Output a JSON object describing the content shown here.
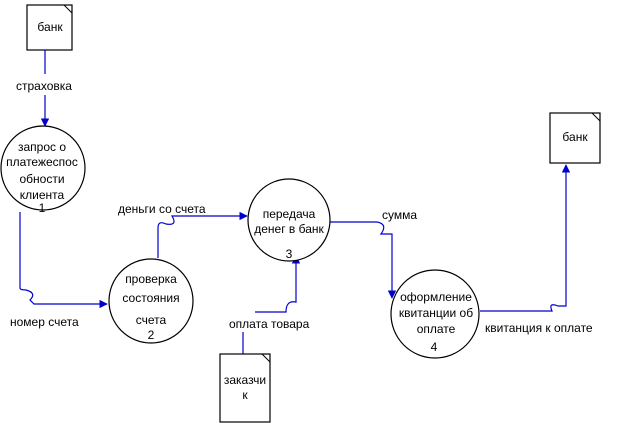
{
  "colors": {
    "line": "#0000cc",
    "shape": "#000000",
    "text": "#000000"
  },
  "externals": {
    "bank_top": "банк",
    "bank_right": "банк",
    "customer": [
      "заказчи",
      "к"
    ]
  },
  "processes": {
    "p1": {
      "lines": [
        "запрос о",
        "платежеспос",
        "обности",
        "клиента"
      ],
      "number": "1"
    },
    "p2": {
      "lines": [
        "проверка",
        "состояния",
        "счета"
      ],
      "number": "2"
    },
    "p3": {
      "lines": [
        "передача",
        "денег в банк"
      ],
      "number": "3"
    },
    "p4": {
      "lines": [
        "оформление",
        "квитанции об",
        "оплате"
      ],
      "number": "4"
    }
  },
  "flows": {
    "insurance": "страховка",
    "account_number": "номер счета",
    "money_from_account": "деньги со счета",
    "amount": "сумма",
    "goods_payment": "оплата товара",
    "payment_receipt": "квитанция к оплате"
  }
}
